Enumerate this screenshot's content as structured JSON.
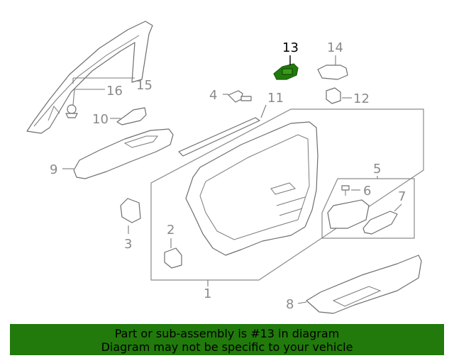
{
  "callouts": {
    "c1": "1",
    "c2": "2",
    "c3": "3",
    "c4": "4",
    "c5": "5",
    "c6": "6",
    "c7": "7",
    "c8": "8",
    "c9": "9",
    "c10": "10",
    "c11": "11",
    "c12": "12",
    "c13": "13",
    "c14": "14",
    "c15": "15",
    "c16": "16"
  },
  "highlight": {
    "part": "13",
    "color": "#217a0b"
  },
  "banner": {
    "line1": "Part or sub-assembly is #13 in diagram",
    "line2": "Diagram may not be specific to your vehicle",
    "color": "#217a0b"
  }
}
